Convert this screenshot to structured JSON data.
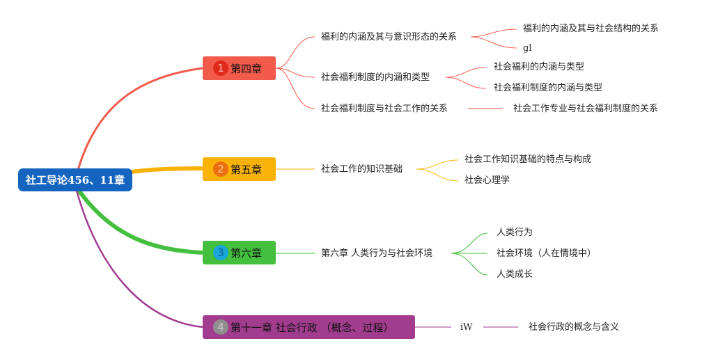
{
  "root": {
    "label": "社工导论456、11章"
  },
  "colors": {
    "root": "#1565c0",
    "ch1": "#f25a4c",
    "ch1_badge": "#e02a1c",
    "ch2": "#f9b208",
    "ch2_badge": "#ec6e0f",
    "ch3": "#44c03e",
    "ch3_badge": "#1aa6d8",
    "ch4": "#a23c8f",
    "ch4_badge": "#8f8f8f"
  },
  "chapters": [
    {
      "badge": "1",
      "label": "第四章",
      "topics": [
        {
          "label": "福利的内涵及其与意识形态的关系",
          "subs": [
            "福利的内涵及其与社会结构的关系",
            "gl"
          ]
        },
        {
          "label": "社会福利制度的内涵和类型",
          "subs": [
            "社会福利的内涵与类型",
            "社会福利制度的内涵与类型"
          ]
        },
        {
          "label": "社会福利制度与社会工作的关系",
          "subs": [
            "社会工作专业与社会福利制度的关系"
          ]
        }
      ]
    },
    {
      "badge": "2",
      "label": "第五章",
      "topics": [
        {
          "label": "社会工作的知识基础",
          "subs": [
            "社会工作知识基础的特点与构成",
            "社会心理学"
          ]
        }
      ]
    },
    {
      "badge": "3",
      "label": "第六章",
      "topics": [
        {
          "label": "第六章 人类行为与社会环境",
          "subs": [
            "人类行为",
            "社会环境（人在情境中）",
            "人类成长"
          ]
        }
      ]
    },
    {
      "badge": "4",
      "label": "第十一章 社会行政 （概念、过程）",
      "topics": [
        {
          "label": "iW",
          "subs": [
            "社会行政的概念与含义"
          ]
        }
      ]
    }
  ]
}
